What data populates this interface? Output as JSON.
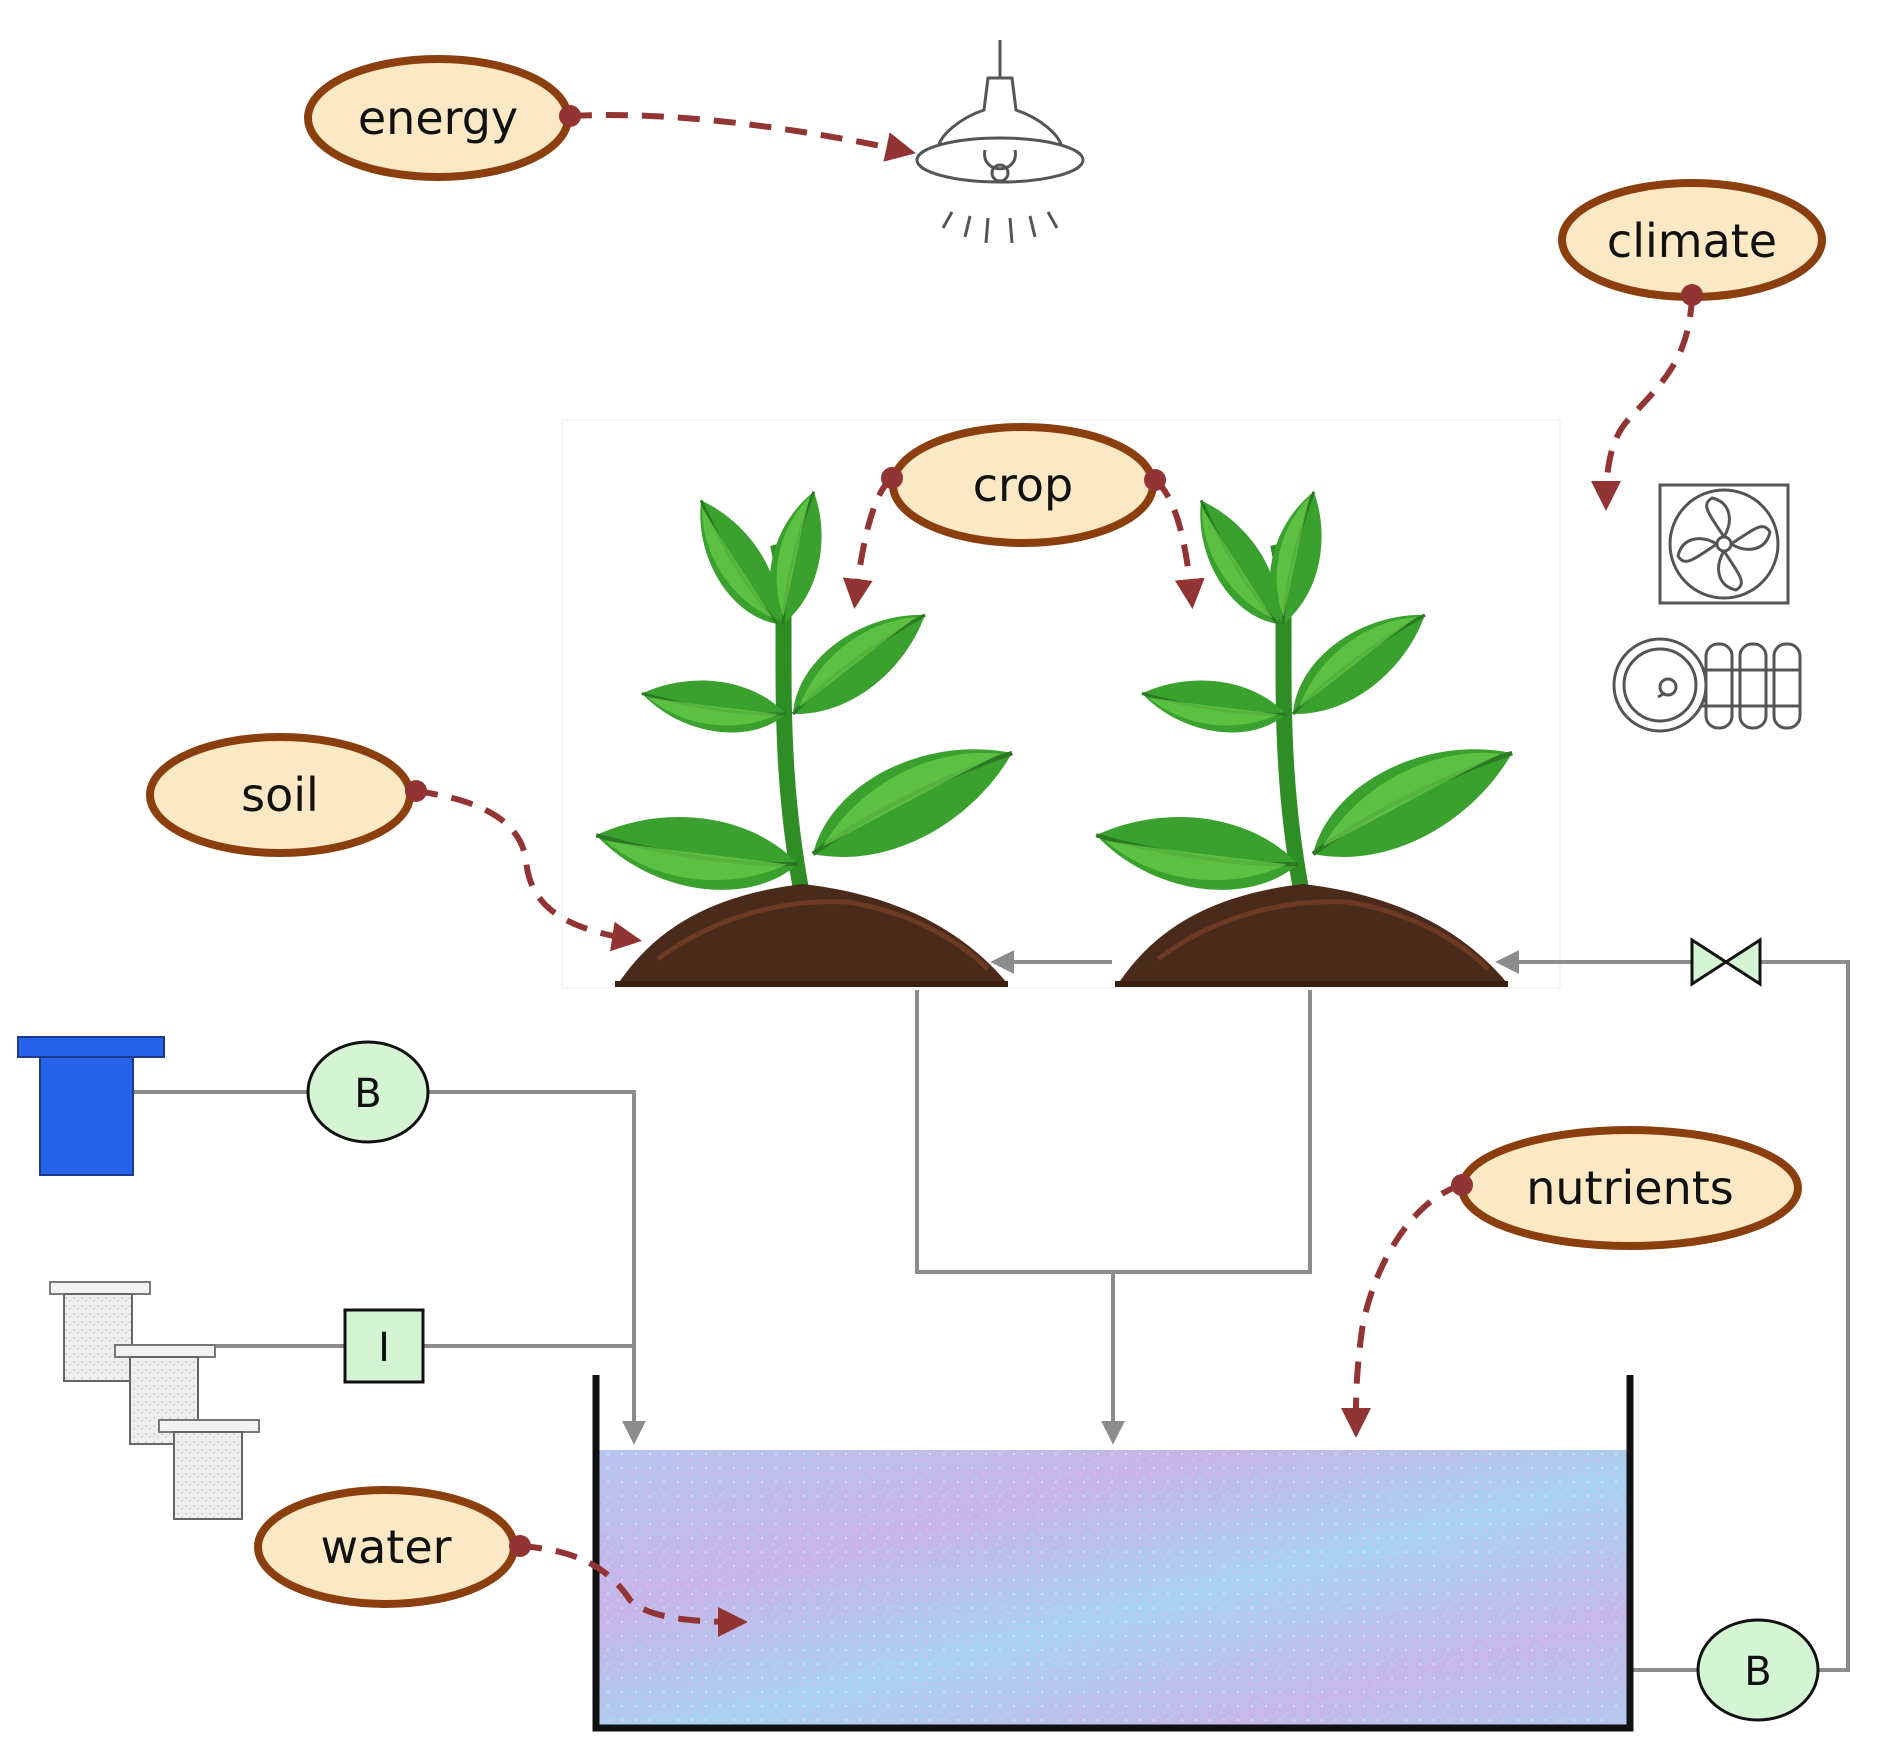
{
  "labels": {
    "energy": "energy",
    "climate": "climate",
    "crop": "crop",
    "soil": "soil",
    "nutrients": "nutrients",
    "water": "water"
  },
  "components": {
    "pump_top": "B",
    "pump_bottom": "B",
    "injector": "I"
  },
  "colors": {
    "label_fill": "#fbe8c4",
    "label_border": "#8c3f0e",
    "arrow": "#933434",
    "pipe": "#8c8c8c",
    "component_fill": "#d4f5d4",
    "tank_blue": "#2563eb",
    "water_fill": "#b9c8ef"
  },
  "icons": [
    "lamp-icon",
    "fan-icon",
    "heater-icon",
    "plant-icon",
    "valve-icon",
    "reservoir-icon",
    "fertilizer-containers-icon"
  ]
}
